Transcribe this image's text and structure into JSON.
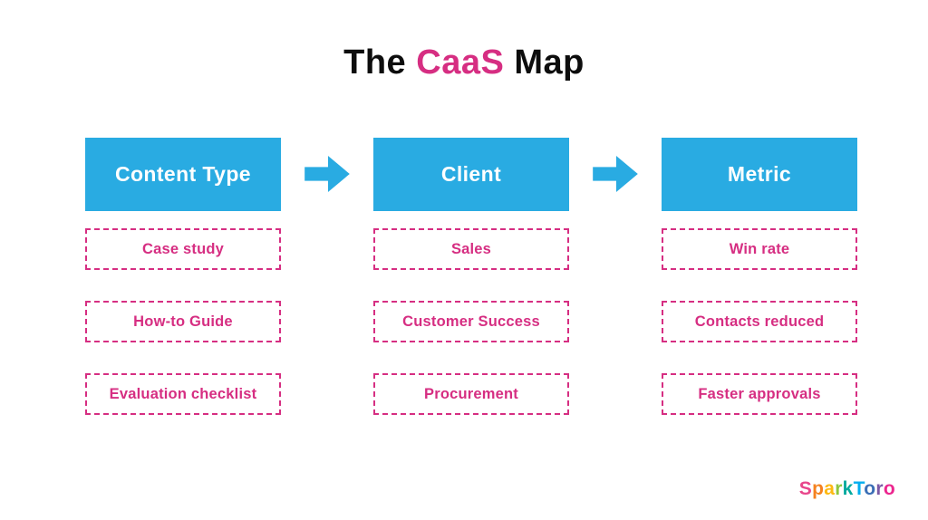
{
  "title": {
    "pre": "The ",
    "highlight": "CaaS",
    "post": " Map"
  },
  "colors": {
    "pink": "#d62e82",
    "blue": "#29abe2",
    "title_text": "#0d0d0d",
    "header_text": "#ffffff"
  },
  "columns": [
    {
      "header": "Content Type",
      "items": [
        "Case study",
        "How-to Guide",
        "Evaluation checklist"
      ]
    },
    {
      "header": "Client",
      "items": [
        "Sales",
        "Customer Success",
        "Procurement"
      ]
    },
    {
      "header": "Metric",
      "items": [
        "Win rate",
        "Contacts reduced",
        "Faster approvals"
      ]
    }
  ],
  "logo": {
    "text": "SparkToro",
    "letters": [
      {
        "char": "S",
        "color": "#e8468b"
      },
      {
        "char": "p",
        "color": "#f58220"
      },
      {
        "char": "a",
        "color": "#fdb913"
      },
      {
        "char": "r",
        "color": "#8dc63f"
      },
      {
        "char": "k",
        "color": "#00a99d"
      },
      {
        "char": "T",
        "color": "#00aeef"
      },
      {
        "char": "o",
        "color": "#3b6fb6"
      },
      {
        "char": "r",
        "color": "#7b5aa6"
      },
      {
        "char": "o",
        "color": "#ec268f"
      }
    ]
  }
}
